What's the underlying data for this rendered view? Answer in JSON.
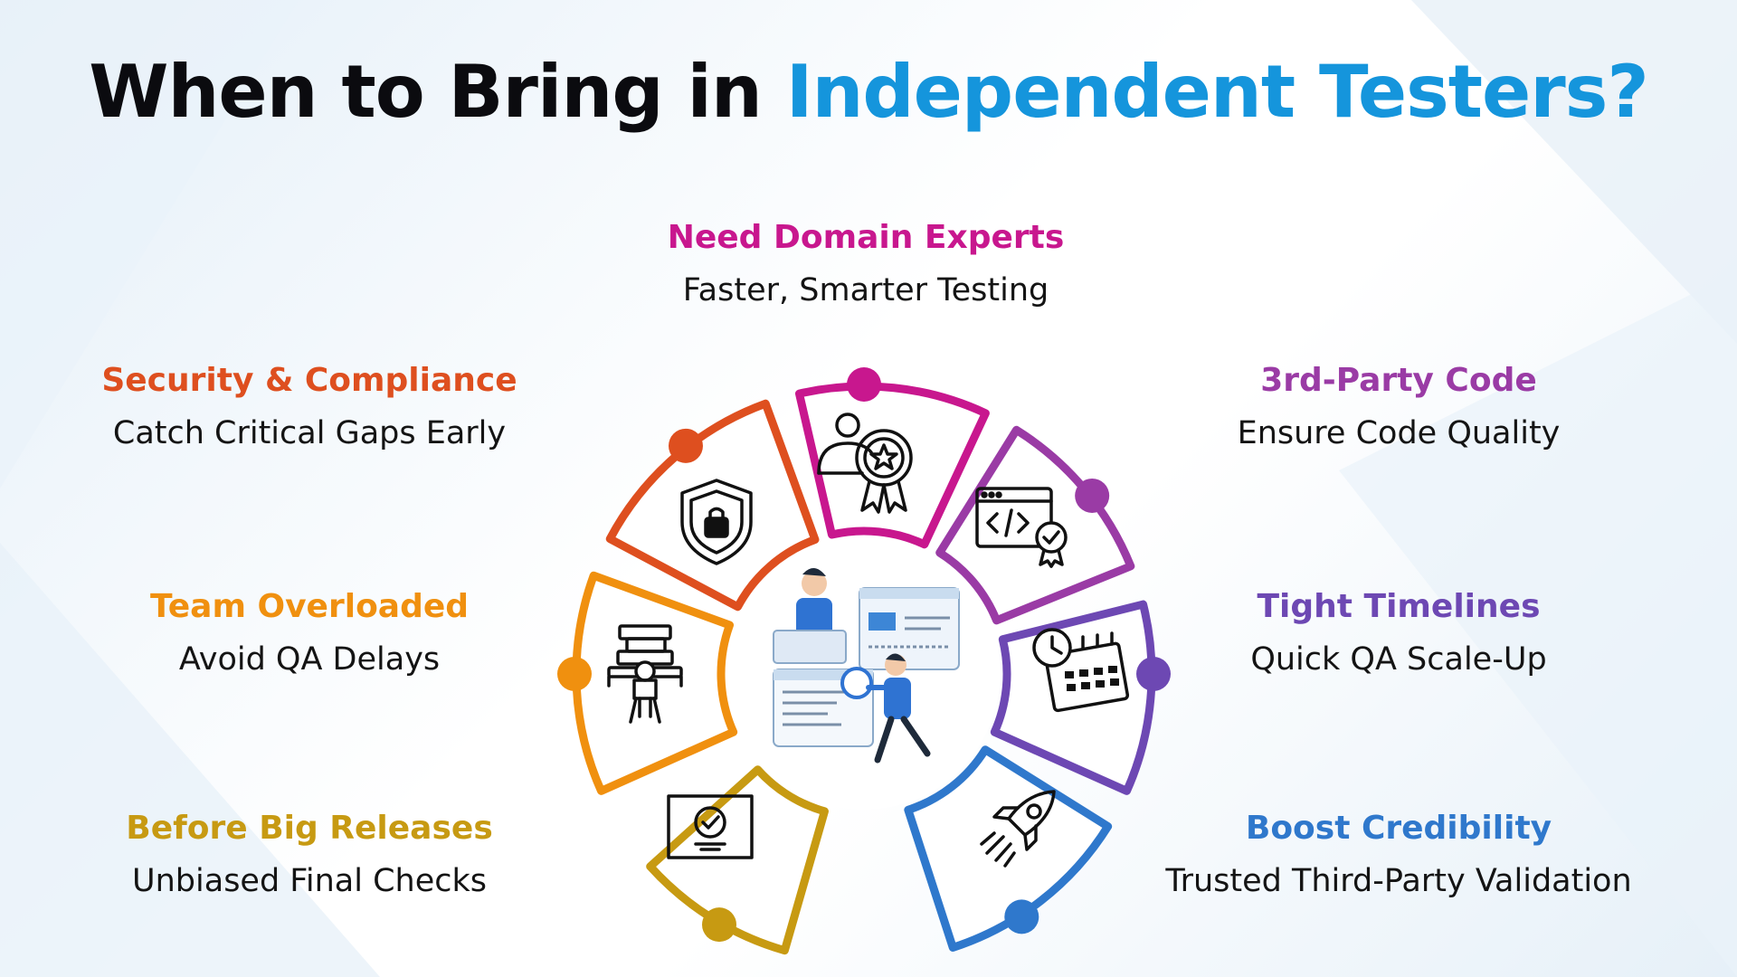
{
  "title": {
    "part1": "When to Bring in ",
    "part2": "Independent Testers?"
  },
  "colors": {
    "title": "#0b0b0f",
    "accent": "#1595dc",
    "subtext": "#141414",
    "icon": "#111111"
  },
  "items": [
    {
      "heading": "Need Domain Experts",
      "subtitle": "Faster, Smarter Testing",
      "color": "#c8178e",
      "icon": "expert-badge-icon"
    },
    {
      "heading": "Security & Compliance",
      "subtitle": "Catch Critical Gaps Early",
      "color": "#de4f1f",
      "icon": "shield-lock-icon"
    },
    {
      "heading": "3rd-Party Code",
      "subtitle": "Ensure Code Quality",
      "color": "#9a3ba5",
      "icon": "code-window-icon"
    },
    {
      "heading": "Team Overloaded",
      "subtitle": "Avoid QA Delays",
      "color": "#f0900f",
      "icon": "overloaded-worker-icon"
    },
    {
      "heading": "Tight Timelines",
      "subtitle": "Quick QA Scale-Up",
      "color": "#6d48b3",
      "icon": "calendar-clock-icon"
    },
    {
      "heading": "Before Big Releases",
      "subtitle": "Unbiased Final Checks",
      "color": "#c79a12",
      "icon": "monitor-check-icon"
    },
    {
      "heading": "Boost Credibility",
      "subtitle": "Trusted Third-Party Validation",
      "color": "#2f78cc",
      "icon": "rocket-icon"
    }
  ],
  "center_illustration": "testers-illustration"
}
